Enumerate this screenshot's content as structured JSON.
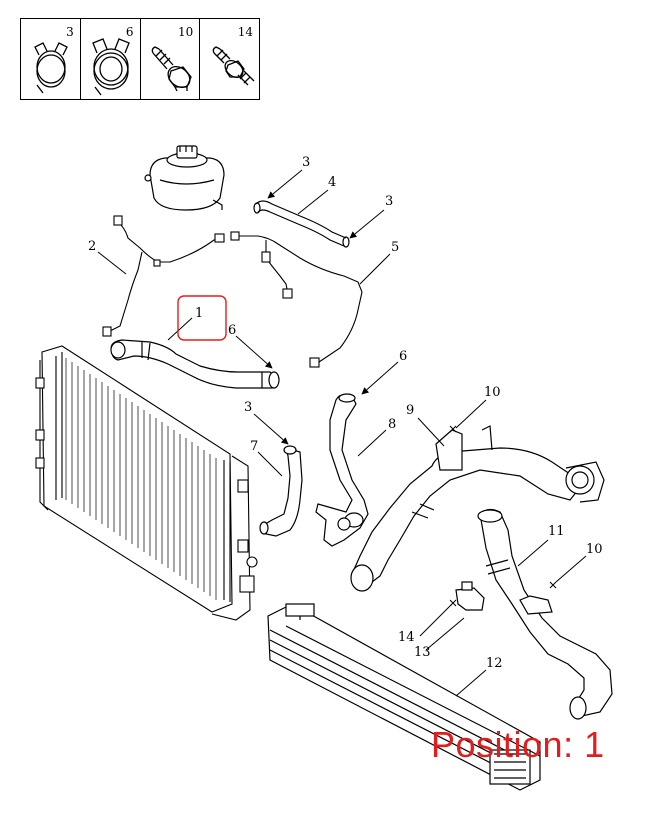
{
  "legend": {
    "cells": [
      {
        "number": "3",
        "icon": "hose-clamp-small-icon"
      },
      {
        "number": "6",
        "icon": "hose-clamp-large-icon"
      },
      {
        "number": "10",
        "icon": "flange-bolt-icon"
      },
      {
        "number": "14",
        "icon": "stud-bolt-icon"
      }
    ]
  },
  "callouts": {
    "c1": "1",
    "c2": "2",
    "c3a": "3",
    "c3b": "3",
    "c3c": "3",
    "c4": "4",
    "c5": "5",
    "c6a": "6",
    "c6b": "6",
    "c7": "7",
    "c8": "8",
    "c9": "9",
    "c10a": "10",
    "c10b": "10",
    "c11": "11",
    "c12": "12",
    "c13": "13",
    "c14": "14"
  },
  "highlight": {
    "color": "#e31d1d",
    "selected_callout": "1"
  },
  "position_label": "Position: 1"
}
